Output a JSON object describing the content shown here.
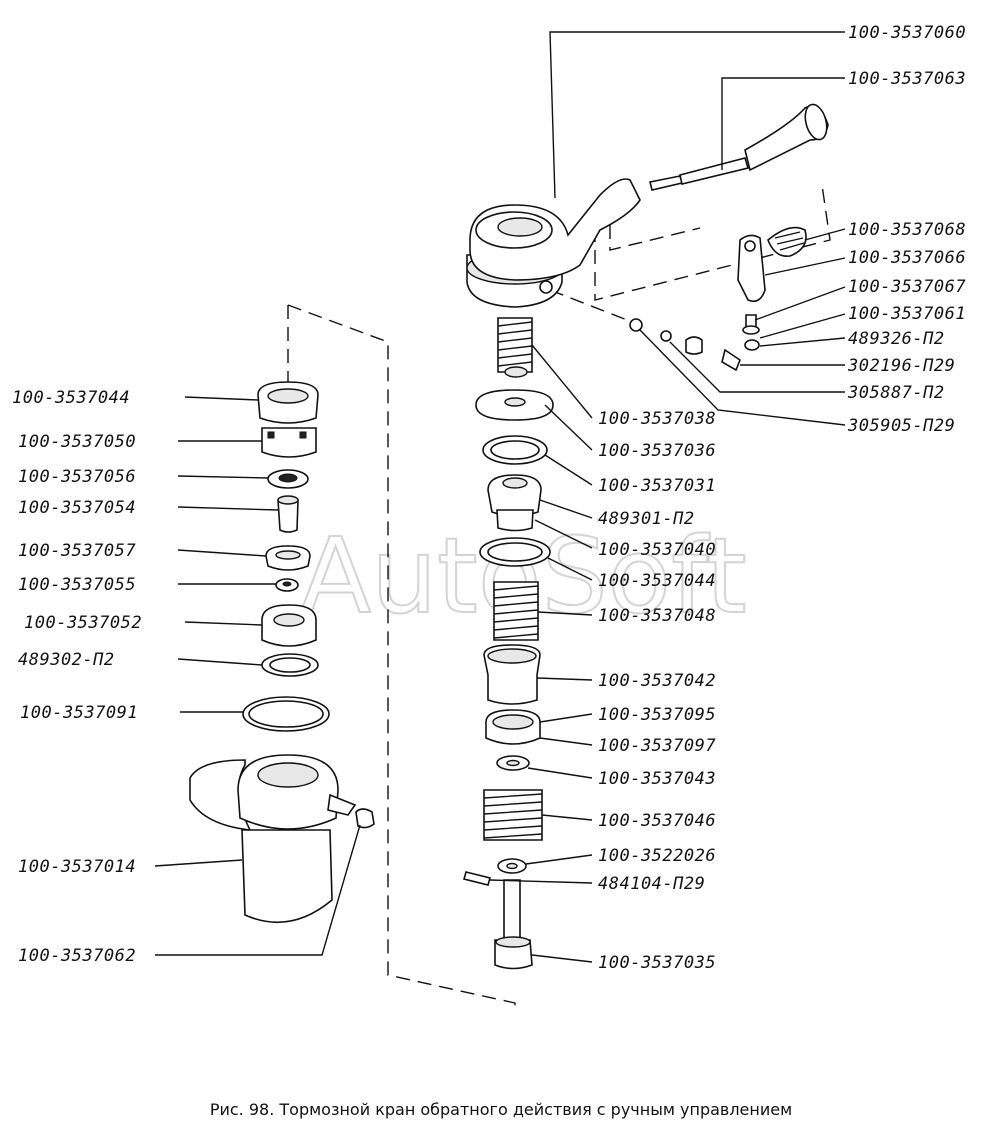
{
  "watermark": "AutoSoft",
  "caption": "Рис. 98. Тормозной кран обратного действия с ручным управлением",
  "labels_right_top": [
    "100-3537060",
    "100-3537063"
  ],
  "labels_right_lever": [
    "100-3537068",
    "100-3537066",
    "100-3537067",
    "100-3537061",
    "489326-П2",
    "302196-П29",
    "305887-П2",
    "305905-П29"
  ],
  "labels_center": [
    "100-3537038",
    "100-3537036",
    "100-3537031",
    "489301-П2",
    "100-3537040",
    "100-3537044",
    "100-3537048",
    "100-3537042",
    "100-3537095",
    "100-3537097",
    "100-3537043",
    "100-3537046",
    "100-3522026",
    "484104-П29",
    "100-3537035"
  ],
  "labels_left": [
    "100-3537044",
    "100-3537050",
    "100-3537056",
    "100-3537054",
    "100-3537057",
    "100-3537055",
    "100-3537052",
    "489302-П2",
    "100-3537091",
    "100-3537014",
    "100-3537062"
  ]
}
